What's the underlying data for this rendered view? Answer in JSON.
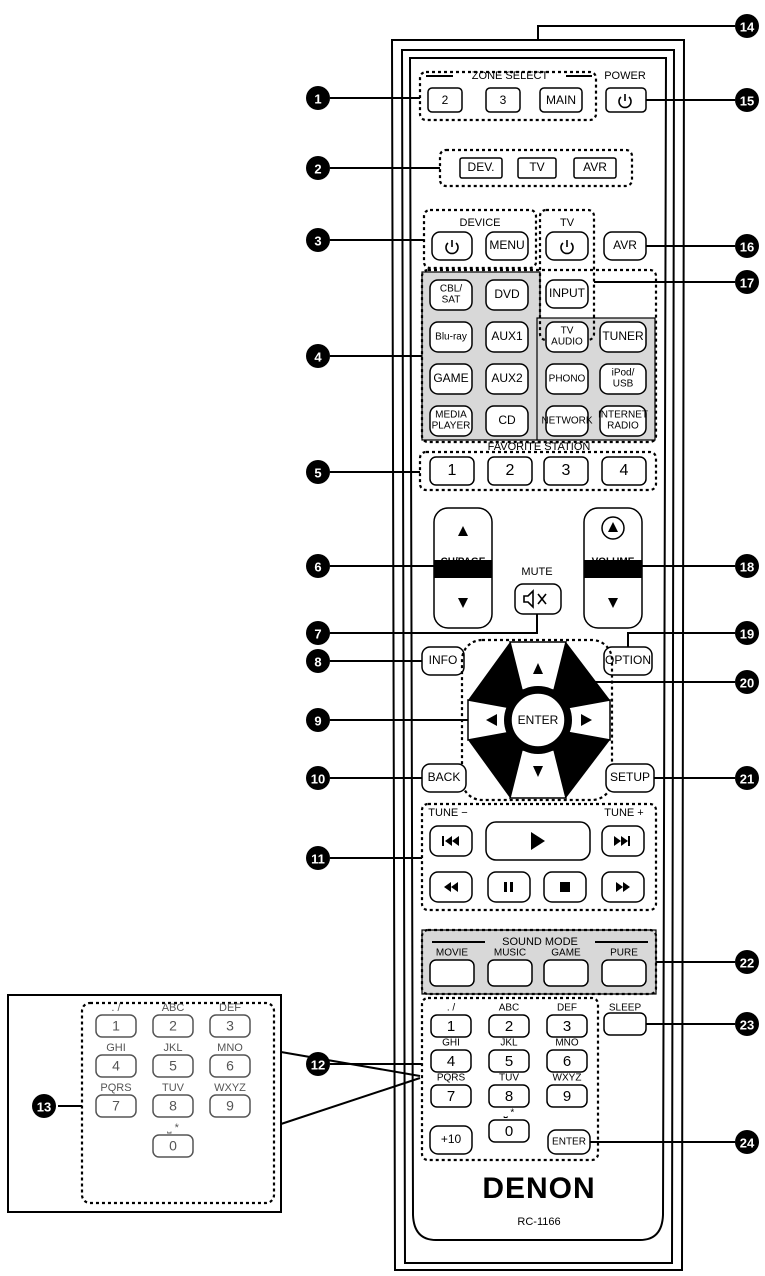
{
  "callouts": [
    "1",
    "2",
    "3",
    "4",
    "5",
    "6",
    "7",
    "8",
    "9",
    "10",
    "11",
    "12",
    "13",
    "14",
    "15",
    "16",
    "17",
    "18",
    "19",
    "20",
    "21",
    "22",
    "23",
    "24"
  ],
  "labels": {
    "zone_select": "ZONE SELECT",
    "power": "POWER",
    "device": "DEVICE",
    "tv": "TV",
    "favorite_station": "FAVORITE STATION",
    "mute": "MUTE",
    "tune_minus": "TUNE −",
    "tune_plus": "TUNE +",
    "sound_mode": "SOUND MODE",
    "sleep": "SLEEP",
    "brand": "DENON",
    "model": "RC-1166"
  },
  "buttons": {
    "zone2": "2",
    "zone3": "3",
    "zone_main": "MAIN",
    "dev": "DEV.",
    "tv": "TV",
    "avr_mode": "AVR",
    "menu": "MENU",
    "avr": "AVR",
    "input": "INPUT",
    "cbl_sat_1": "CBL/",
    "cbl_sat_2": "SAT",
    "dvd": "DVD",
    "bluray": "Blu-ray",
    "aux1": "AUX1",
    "tv_audio_1": "TV",
    "tv_audio_2": "AUDIO",
    "tuner": "TUNER",
    "game": "GAME",
    "aux2": "AUX2",
    "phono": "PHONO",
    "ipod_1": "iPod/",
    "ipod_2": "USB",
    "media_1": "MEDIA",
    "media_2": "PLAYER",
    "cd": "CD",
    "network": "NETWORK",
    "internet_1": "INTERNET",
    "internet_2": "RADIO",
    "fav1": "1",
    "fav2": "2",
    "fav3": "3",
    "fav4": "4",
    "ch_page": "CH/PAGE",
    "volume": "VOLUME",
    "info": "INFO",
    "option": "OPTION",
    "enter": "ENTER",
    "back": "BACK",
    "setup": "SETUP",
    "movie": "MOVIE",
    "music": "MUSIC",
    "game_mode": "GAME",
    "pure": "PURE",
    "plus10": "+10",
    "enter2": "ENTER"
  },
  "numpad": [
    {
      "digit": "1",
      "letters": ". /"
    },
    {
      "digit": "2",
      "letters": "ABC"
    },
    {
      "digit": "3",
      "letters": "DEF"
    },
    {
      "digit": "4",
      "letters": "GHI"
    },
    {
      "digit": "5",
      "letters": "JKL"
    },
    {
      "digit": "6",
      "letters": "MNO"
    },
    {
      "digit": "7",
      "letters": "PQRS"
    },
    {
      "digit": "8",
      "letters": "TUV"
    },
    {
      "digit": "9",
      "letters": "WXYZ"
    },
    {
      "digit": "0",
      "letters": "⎵  *"
    }
  ],
  "icons": {
    "power": "power-icon",
    "mute": "mute-icon",
    "play": "play-icon",
    "pause": "pause-icon",
    "stop": "stop-icon"
  },
  "colors": {
    "remote_body": "#ffffff",
    "panel_gray": "#d9d9d9",
    "outline": "#000000"
  }
}
